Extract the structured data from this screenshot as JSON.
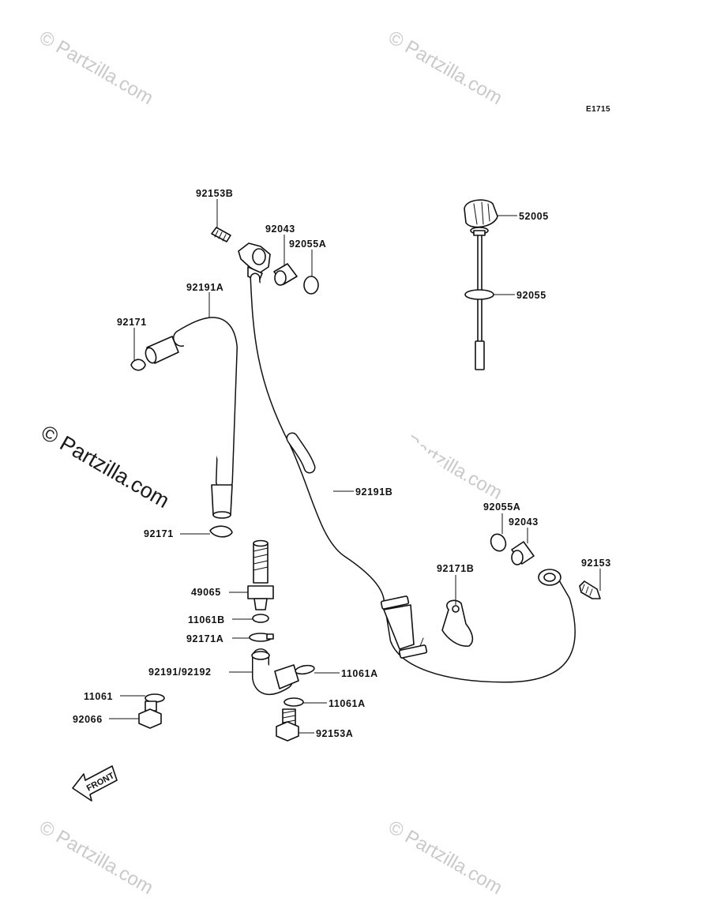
{
  "diagram_code": "E1715",
  "watermarks": {
    "faint": "© Partzilla.com",
    "prominent": "© Partzilla.com"
  },
  "front_label": "FRONT",
  "labels": {
    "l92153B": "92153B",
    "l92043_top": "92043",
    "l92055A_top": "92055A",
    "l92191A": "92191A",
    "l92171_top": "92171",
    "l92171_low": "92171",
    "l52005": "52005",
    "l92055": "92055",
    "l92191B": "92191B",
    "l92055A_mid": "92055A",
    "l92043_mid": "92043",
    "l92153": "92153",
    "l92171B": "92171B",
    "l49065": "49065",
    "l11061B": "11061B",
    "l92171A": "92171A",
    "l92191_92192": "92191/92192",
    "l11061A_1": "11061A",
    "l11061A_2": "11061A",
    "l11061": "11061",
    "l92066": "92066",
    "l92153A": "92153A"
  }
}
